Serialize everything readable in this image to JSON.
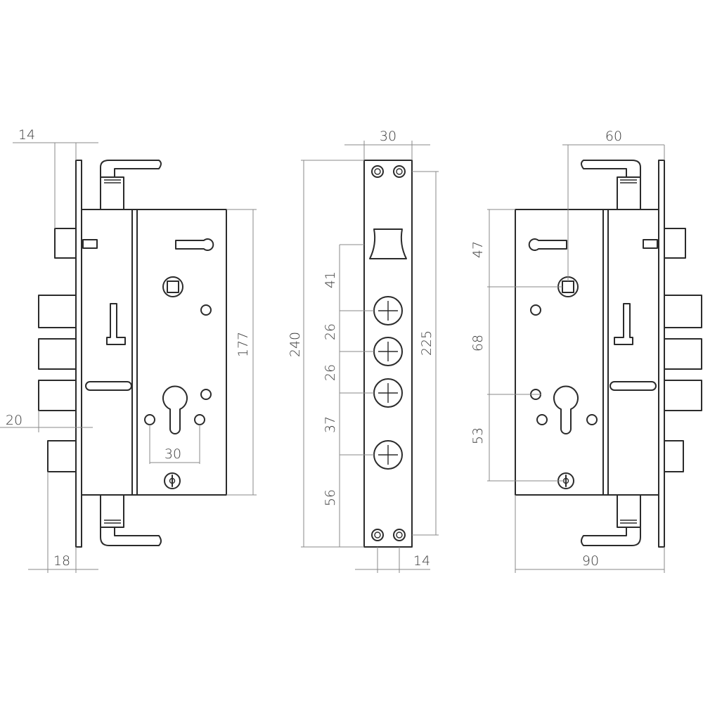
{
  "dimensions": {
    "left_view": {
      "top_offset": "14",
      "height": "177",
      "bolt_step": "20",
      "cylinder_spacing": "30",
      "faceplate_depth": "18"
    },
    "front_view": {
      "width": "30",
      "total_height": "240",
      "hole_height": "225",
      "spacing_1": "41",
      "spacing_2": "26",
      "spacing_3": "26",
      "spacing_4": "37",
      "spacing_5": "56",
      "bottom_width": "14"
    },
    "right_view": {
      "backset": "60",
      "spacing_1": "47",
      "spacing_2": "68",
      "spacing_3": "53",
      "depth": "90"
    }
  }
}
